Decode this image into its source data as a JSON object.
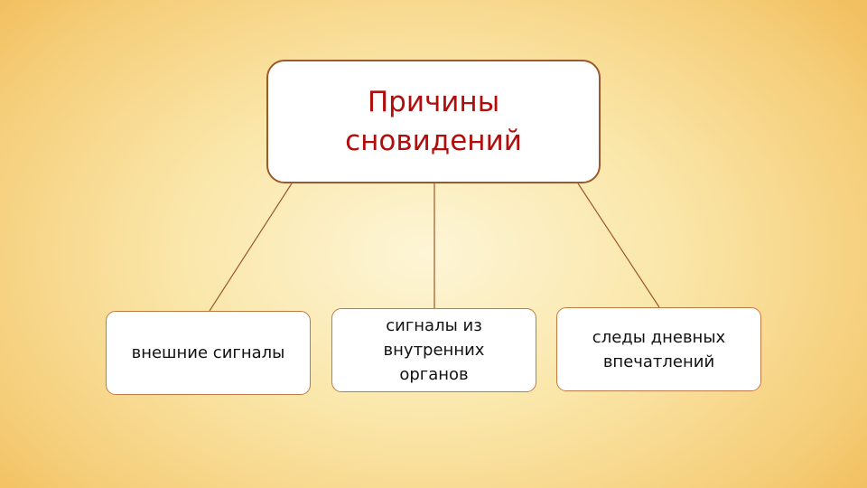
{
  "root": {
    "label": "Причины сновидений"
  },
  "children": [
    {
      "label": "внешние сигналы"
    },
    {
      "label": "сигналы из внутренних органов"
    },
    {
      "label": "следы дневных впечатлений"
    }
  ],
  "colors": {
    "root_text": "#b20d0d",
    "connector": "#9a5a2a"
  }
}
